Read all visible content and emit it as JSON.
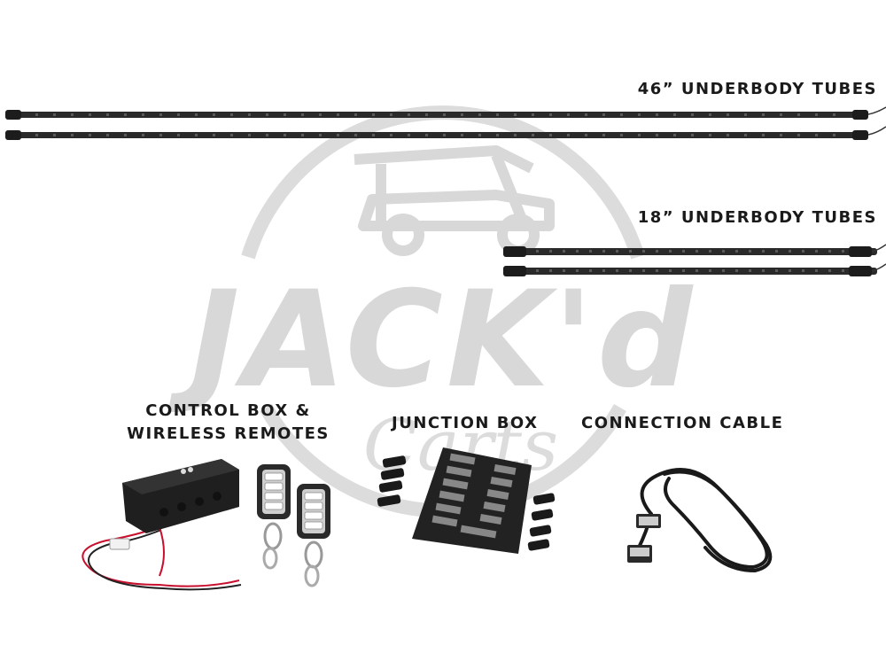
{
  "watermark": {
    "brand_text": "JACK'd",
    "script_text": "Carts"
  },
  "labels": {
    "tubes_46": "46” UNDERBODY TUBES",
    "tubes_18": "18” UNDERBODY TUBES",
    "control_box_line1": "CONTROL BOX &",
    "control_box_line2": "WIRELESS REMOTES",
    "junction_box": "JUNCTION BOX",
    "connection_cable": "CONNECTION CABLE"
  },
  "colors": {
    "tube_body": "#2a2a2a",
    "led": "#5a5a5a",
    "watermark": "#d4d4d4",
    "wire_red": "#c8102e",
    "wire_black": "#222222",
    "label": "#1a1a1a"
  }
}
